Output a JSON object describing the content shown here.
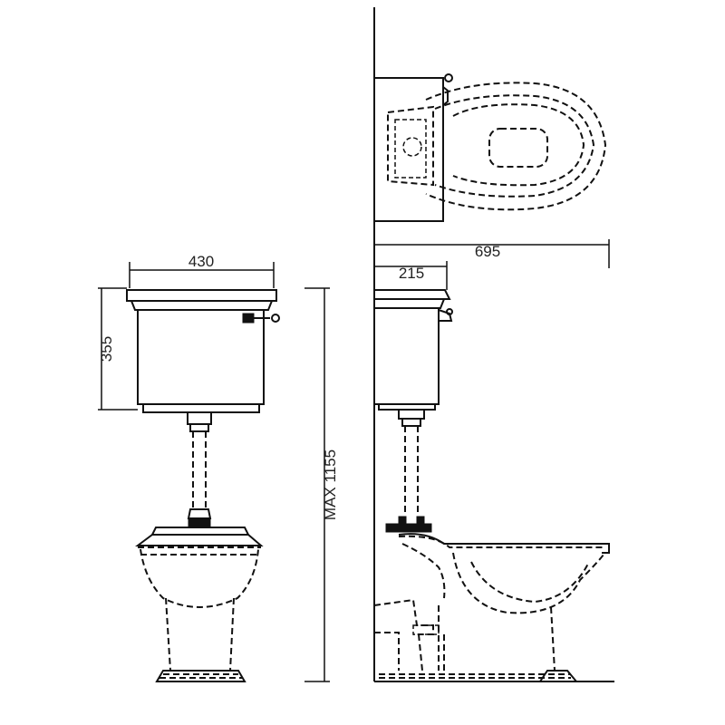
{
  "dimensions": {
    "cistern_width": "430",
    "cistern_height": "355",
    "overall_height": "MAX 1155",
    "projection": "695",
    "cistern_depth": "215"
  }
}
